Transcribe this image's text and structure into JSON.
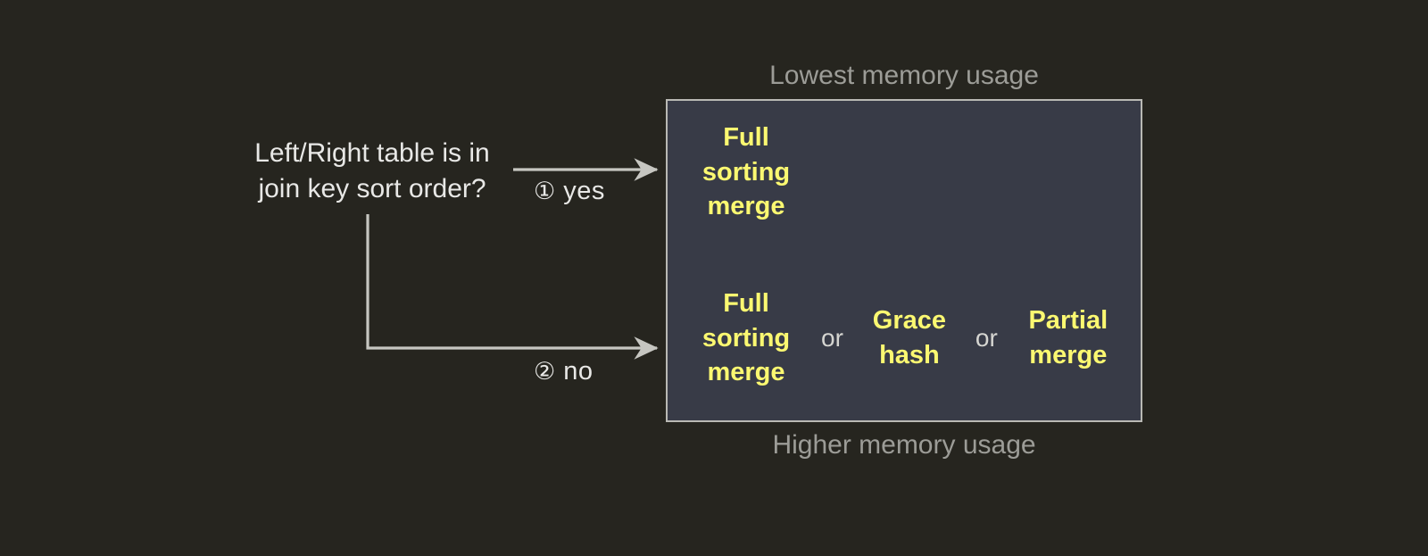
{
  "colors": {
    "background": "#26251f",
    "box_fill": "#383b47",
    "box_border": "#b9b9b4",
    "highlight_yellow": "#fbf871",
    "body_text": "#e8e8e6",
    "caption_gray": "#9c9c97",
    "connector": "#c6c6c1"
  },
  "decision": {
    "question": "Left/Right table is in\njoin key sort order?"
  },
  "branches": [
    {
      "marker": "①",
      "label": "yes"
    },
    {
      "marker": "②",
      "label": "no"
    }
  ],
  "captions": {
    "top": "Lowest memory usage",
    "bottom": "Higher memory usage"
  },
  "strategy_box": {
    "rows": [
      {
        "condition": "yes",
        "options": [
          "Full\nsorting\nmerge"
        ],
        "joiners": []
      },
      {
        "condition": "no",
        "options": [
          "Full\nsorting\nmerge",
          "Grace\nhash",
          "Partial\nmerge"
        ],
        "joiners": [
          "or",
          "or"
        ]
      }
    ]
  }
}
